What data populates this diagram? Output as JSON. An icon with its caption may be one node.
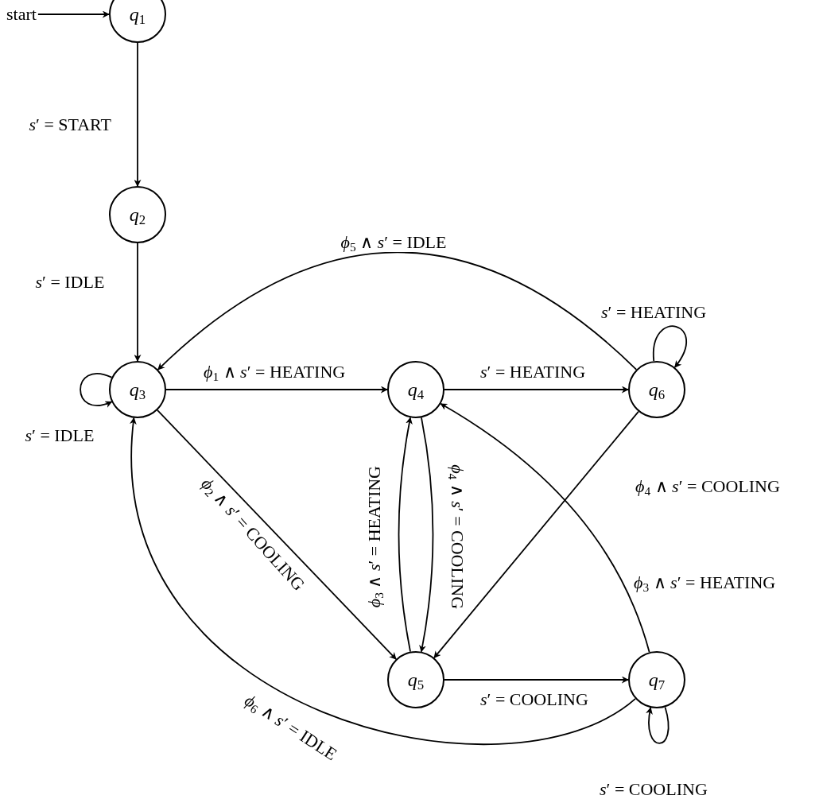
{
  "diagram": {
    "nodes": [
      {
        "text": [
          "*q*$_{1}$"
        ]
      },
      {
        "text": [
          "*q*$_{2}$"
        ]
      },
      {
        "text": [
          "*q*$_{3}$"
        ]
      },
      {
        "text": [
          "*q*$_{4}$"
        ]
      },
      {
        "text": [
          "*q*$_{5}$"
        ]
      },
      {
        "text": [
          "*q*$_{6}$"
        ]
      },
      {
        "text": [
          "*q*$_{7}$"
        ]
      },
      {
        "text": [
          "start"
        ]
      }
    ],
    "edges": [
      {
        "from": 7,
        "to": 0,
        "arrow": "to"
      },
      {
        "from": 0,
        "to": 1,
        "arrow": "to",
        "label": "*s*′ = START"
      },
      {
        "from": 1,
        "to": 2,
        "arrow": "to",
        "label": "*s*′ = IDLE"
      },
      {
        "from": 2,
        "to": 2,
        "arrow": "to",
        "label": "*s*′ = IDLE"
      },
      {
        "from": 2,
        "to": 3,
        "arrow": "to",
        "label": "*ϕ*$_{1}$ ∧ *s*′ = HEATING"
      },
      {
        "from": 3,
        "to": 5,
        "arrow": "to",
        "label": "*s*′ = HEATING"
      },
      {
        "from": 5,
        "to": 5,
        "arrow": "to",
        "label": "*s*′ = HEATING"
      },
      {
        "from": 5,
        "to": 2,
        "arrow": "to",
        "label": "*ϕ*$_{5}$ ∧ *s*′ = IDLE"
      },
      {
        "from": 2,
        "to": 4,
        "arrow": "to",
        "label": "*ϕ*$_{2}$ ∧ *s*′ = COOLING"
      },
      {
        "from": 4,
        "to": 3,
        "arrow": "to",
        "label": "*ϕ*$_{3}$ ∧ *s*′ = HEATING"
      },
      {
        "from": 3,
        "to": 4,
        "arrow": "to",
        "label": "*ϕ*$_{4}$ ∧ *s*′ = COOLING"
      },
      {
        "from": 5,
        "to": 4,
        "arrow": "to",
        "label": "*ϕ*$_{4}$ ∧ *s*′ = COOLING"
      },
      {
        "from": 4,
        "to": 6,
        "arrow": "to",
        "label": "*s*′ = COOLING"
      },
      {
        "from": 6,
        "to": 3,
        "arrow": "to",
        "label": "*ϕ*$_{3}$ ∧ *s*′ = HEATING"
      },
      {
        "from": 6,
        "to": 6,
        "arrow": "to",
        "label": "*s*′ = COOLING"
      },
      {
        "from": 6,
        "to": 2,
        "arrow": "to",
        "label": "*ϕ*$_{6}$ ∧ *s*′ = IDLE"
      }
    ]
  }
}
